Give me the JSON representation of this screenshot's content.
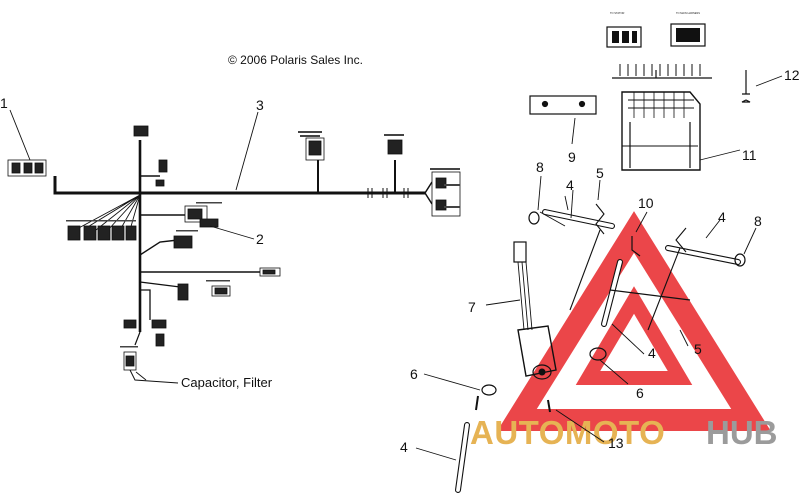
{
  "copyright": "© 2006 Polaris Sales Inc.",
  "callouts": {
    "c1": "1",
    "c2": "2",
    "c3": "3",
    "c4a": "4",
    "c4b": "4",
    "c4c": "4",
    "c4d": "4",
    "c5a": "5",
    "c5b": "5",
    "c6a": "6",
    "c6b": "6",
    "c7": "7",
    "c8a": "8",
    "c8b": "8",
    "c9": "9",
    "c10": "10",
    "c11": "11",
    "c12": "12",
    "c13": "13"
  },
  "capacitor_label": "Capacitor, Filter",
  "connector_labels": {
    "to_stator": "TO STATOR",
    "to_main_harness": "TO MAIN HARNESS"
  },
  "watermark": {
    "brand_part1": "AUTOMOTO",
    "brand_part2": "HUB",
    "color_red": "#e8262a",
    "color_gold": "#e2a637",
    "color_gray": "#8a8a8a"
  }
}
